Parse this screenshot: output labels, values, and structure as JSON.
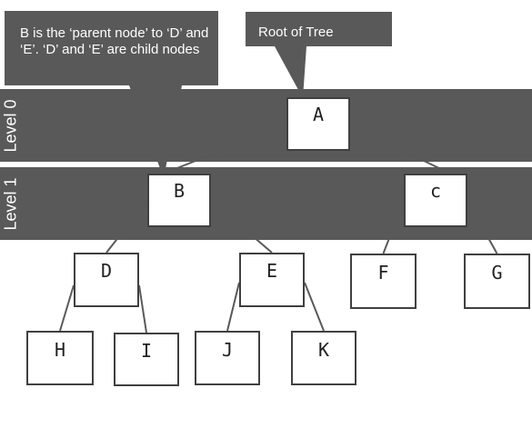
{
  "colors": {
    "band": "#595959",
    "callout": "#595959",
    "connector": "#595959",
    "node_border": "#404040",
    "label_text": "#ffffff"
  },
  "levels": [
    {
      "id": "level-0",
      "label": "Level 0"
    },
    {
      "id": "level-1",
      "label": "Level 1"
    }
  ],
  "callouts": {
    "root": {
      "text": "Root of Tree"
    },
    "parent": {
      "text": "B is the ‘parent node’ to ‘D’ and ‘E’. ‘D’ and ‘E’ are child nodes"
    }
  },
  "nodes": {
    "A": "A",
    "B": "B",
    "C": "c",
    "D": "D",
    "E": "E",
    "F": "F",
    "G": "G",
    "H": "H",
    "I": "I",
    "J": "J",
    "K": "K"
  },
  "edges": [
    [
      "A",
      "B"
    ],
    [
      "A",
      "C"
    ],
    [
      "B",
      "D"
    ],
    [
      "B",
      "E"
    ],
    [
      "C",
      "F"
    ],
    [
      "C",
      "G"
    ],
    [
      "D",
      "H"
    ],
    [
      "D",
      "I"
    ],
    [
      "E",
      "J"
    ],
    [
      "E",
      "K"
    ]
  ]
}
